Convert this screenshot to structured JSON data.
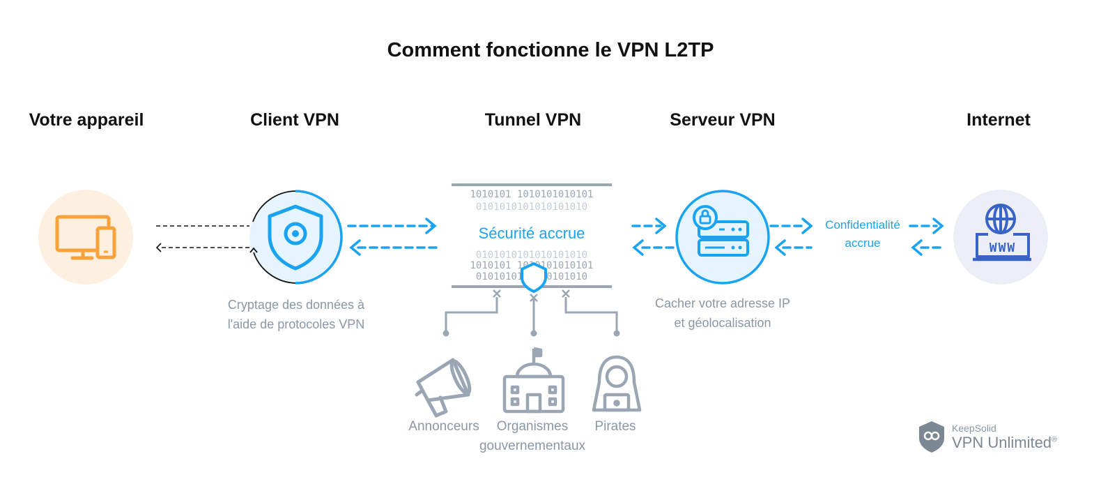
{
  "title": "Comment fonctionne le VPN L2TP",
  "headings": {
    "device": "Votre appareil",
    "client": "Client VPN",
    "tunnel": "Tunnel VPN",
    "server": "Serveur VPN",
    "internet": "Internet"
  },
  "tunnel": {
    "security_label": "Sécurité accrue",
    "binary_row_a": "1010101 1010101010101",
    "binary_row_b": "0101010101010101010"
  },
  "captions": {
    "client_line1": "Cryptage des données à",
    "client_line2": "l'aide de protocoles VPN",
    "server_line1": "Cacher votre adresse IP",
    "server_line2": "et géolocalisation",
    "privacy_line1": "Confidentialité",
    "privacy_line2": "accrue"
  },
  "threats": {
    "advertisers": "Annonceurs",
    "gov_line1": "Organismes",
    "gov_line2": "gouvernementaux",
    "hackers": "Pirates"
  },
  "internet_icon_text": "WWW",
  "brand": {
    "company": "KeepSolid",
    "product": "VPN Unlimited",
    "mark": "®"
  },
  "colors": {
    "accent_blue": "#1aa3f0",
    "device_orange": "#f7a23b",
    "device_bg": "#fdf0e1",
    "internet_blue": "#3a63c8",
    "gray": "#8a97a6"
  }
}
